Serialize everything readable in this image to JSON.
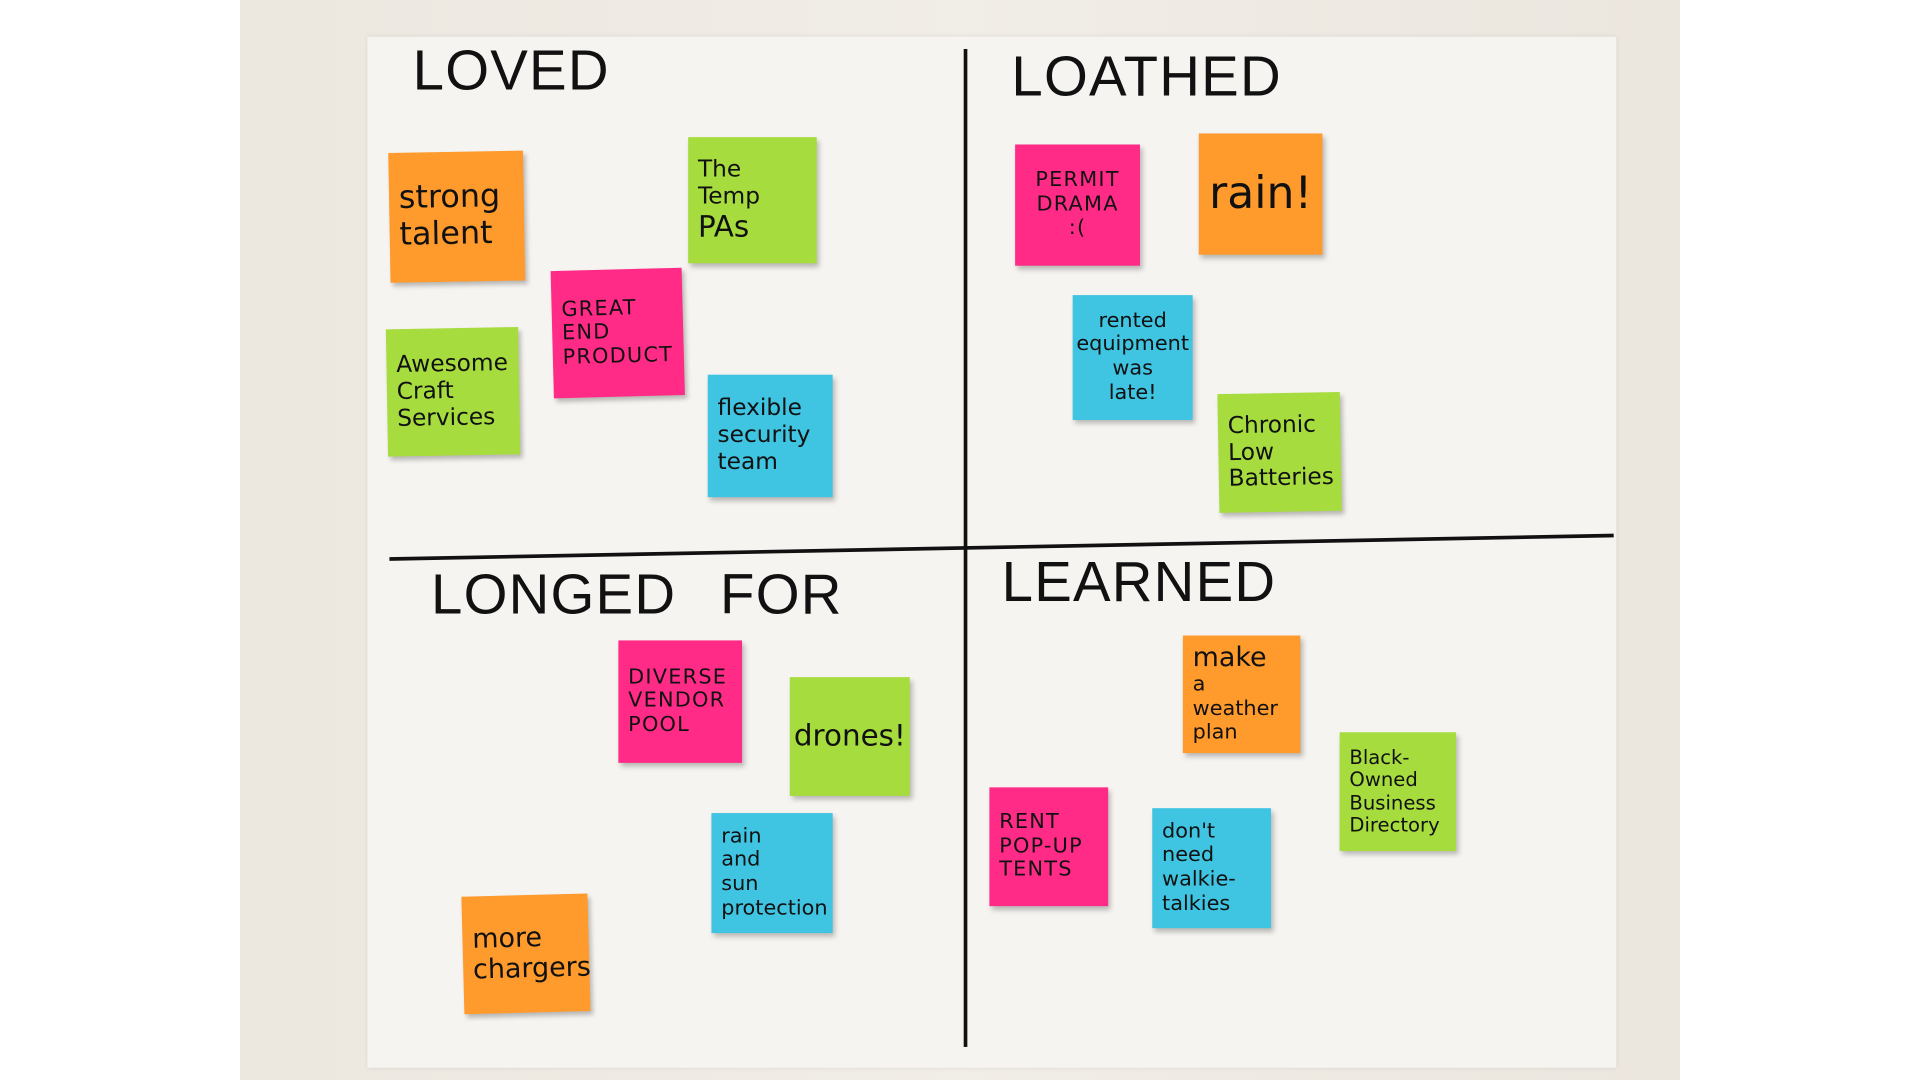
{
  "quadrants": {
    "loved": {
      "title": "LOVED",
      "notes": [
        {
          "lines": [
            "strong",
            "talent"
          ],
          "color": "#ff9a2c"
        },
        {
          "lines": [
            "The",
            "Temp",
            "PAs"
          ],
          "color": "#a7dc3f"
        },
        {
          "lines": [
            "GREAT",
            "END",
            "PRODUCT"
          ],
          "color": "#ff2b86"
        },
        {
          "lines": [
            "Awesome",
            "Craft",
            "Services"
          ],
          "color": "#a7dc3f"
        },
        {
          "lines": [
            "flexible",
            "security",
            "team"
          ],
          "color": "#3fc4e2"
        }
      ]
    },
    "loathed": {
      "title": "LOATHED",
      "notes": [
        {
          "lines": [
            "PERMIT",
            "DRAMA",
            ":("
          ],
          "color": "#ff2b86"
        },
        {
          "lines": [
            "rain!"
          ],
          "color": "#ff9a2c"
        },
        {
          "lines": [
            "rented",
            "equipment",
            "was",
            "late!"
          ],
          "color": "#3fc4e2"
        },
        {
          "lines": [
            "Chronic",
            "Low",
            "Batteries"
          ],
          "color": "#a7dc3f"
        }
      ]
    },
    "longed_for": {
      "title": "LONGED FOR",
      "notes": [
        {
          "lines": [
            "DIVERSE",
            "VENDOR",
            "POOL"
          ],
          "color": "#ff2b86"
        },
        {
          "lines": [
            "drones!"
          ],
          "color": "#a7dc3f"
        },
        {
          "lines": [
            "rain",
            "and",
            "sun",
            "protection"
          ],
          "color": "#3fc4e2"
        },
        {
          "lines": [
            "more",
            "chargers"
          ],
          "color": "#ff9a2c"
        }
      ]
    },
    "learned": {
      "title": "LEARNED",
      "notes": [
        {
          "lines": [
            "make",
            "a",
            "weather",
            "plan"
          ],
          "color": "#ff9a2c"
        },
        {
          "lines": [
            "Black-",
            "Owned",
            "Business",
            "Directory"
          ],
          "color": "#a7dc3f"
        },
        {
          "lines": [
            "RENT",
            "POP-UP",
            "TENTS"
          ],
          "color": "#ff2b86"
        },
        {
          "lines": [
            "don't",
            "need",
            "walkie-",
            "talkies"
          ],
          "color": "#3fc4e2"
        }
      ]
    }
  }
}
